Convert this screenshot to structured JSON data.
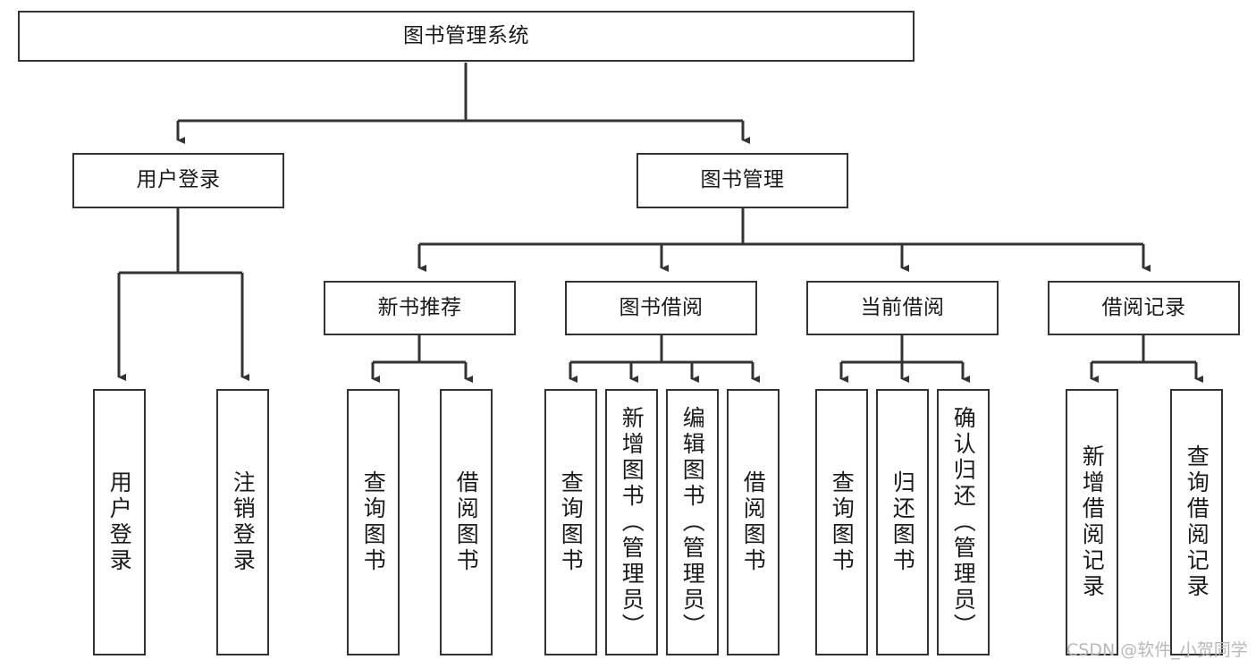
{
  "diagram": {
    "type": "tree",
    "title": "图书管理系统",
    "stroke_color": "#333333",
    "text_color": "#1a1a1a",
    "background_color": "#ffffff",
    "nodes": {
      "root": {
        "label": "图书管理系统",
        "level": 0
      },
      "user_login": {
        "label": "用户登录",
        "level": 1
      },
      "book_manage": {
        "label": "图书管理",
        "level": 1
      },
      "new_book_rec": {
        "label": "新书推荐",
        "level": 2
      },
      "book_borrow": {
        "label": "图书借阅",
        "level": 2
      },
      "current_borrow": {
        "label": "当前借阅",
        "level": 2
      },
      "borrow_record": {
        "label": "借阅记录",
        "level": 2
      },
      "leaf_user_login": {
        "label": "用户登录",
        "level": 3
      },
      "leaf_logout": {
        "label": "注销登录",
        "level": 3
      },
      "leaf_query_book_1": {
        "label": "查询图书",
        "level": 3
      },
      "leaf_borrow_book_1": {
        "label": "借阅图书",
        "level": 3
      },
      "leaf_query_book_2": {
        "label": "查询图书",
        "level": 3
      },
      "leaf_add_book": {
        "label": "新增图书（管理员）",
        "level": 3
      },
      "leaf_edit_book": {
        "label": "编辑图书（管理员）",
        "level": 3
      },
      "leaf_borrow_book_2": {
        "label": "借阅图书",
        "level": 3
      },
      "leaf_query_book_3": {
        "label": "查询图书",
        "level": 3
      },
      "leaf_return_book": {
        "label": "归还图书",
        "level": 3
      },
      "leaf_confirm_return": {
        "label": "确认归还（管理员）",
        "level": 3
      },
      "leaf_add_record": {
        "label": "新增借阅记录",
        "level": 3
      },
      "leaf_query_record": {
        "label": "查询借阅记录",
        "level": 3
      }
    },
    "edges": [
      {
        "from": "root",
        "to": "user_login"
      },
      {
        "from": "root",
        "to": "book_manage"
      },
      {
        "from": "user_login",
        "to": "leaf_user_login"
      },
      {
        "from": "user_login",
        "to": "leaf_logout"
      },
      {
        "from": "book_manage",
        "to": "new_book_rec"
      },
      {
        "from": "book_manage",
        "to": "book_borrow"
      },
      {
        "from": "book_manage",
        "to": "current_borrow"
      },
      {
        "from": "book_manage",
        "to": "borrow_record"
      },
      {
        "from": "new_book_rec",
        "to": "leaf_query_book_1"
      },
      {
        "from": "new_book_rec",
        "to": "leaf_borrow_book_1"
      },
      {
        "from": "book_borrow",
        "to": "leaf_query_book_2"
      },
      {
        "from": "book_borrow",
        "to": "leaf_add_book"
      },
      {
        "from": "book_borrow",
        "to": "leaf_edit_book"
      },
      {
        "from": "book_borrow",
        "to": "leaf_borrow_book_2"
      },
      {
        "from": "current_borrow",
        "to": "leaf_query_book_3"
      },
      {
        "from": "current_borrow",
        "to": "leaf_return_book"
      },
      {
        "from": "current_borrow",
        "to": "leaf_confirm_return"
      },
      {
        "from": "borrow_record",
        "to": "leaf_add_record"
      },
      {
        "from": "borrow_record",
        "to": "leaf_query_record"
      }
    ]
  },
  "watermark": {
    "text": "CSDN @软件_小贺同学"
  }
}
